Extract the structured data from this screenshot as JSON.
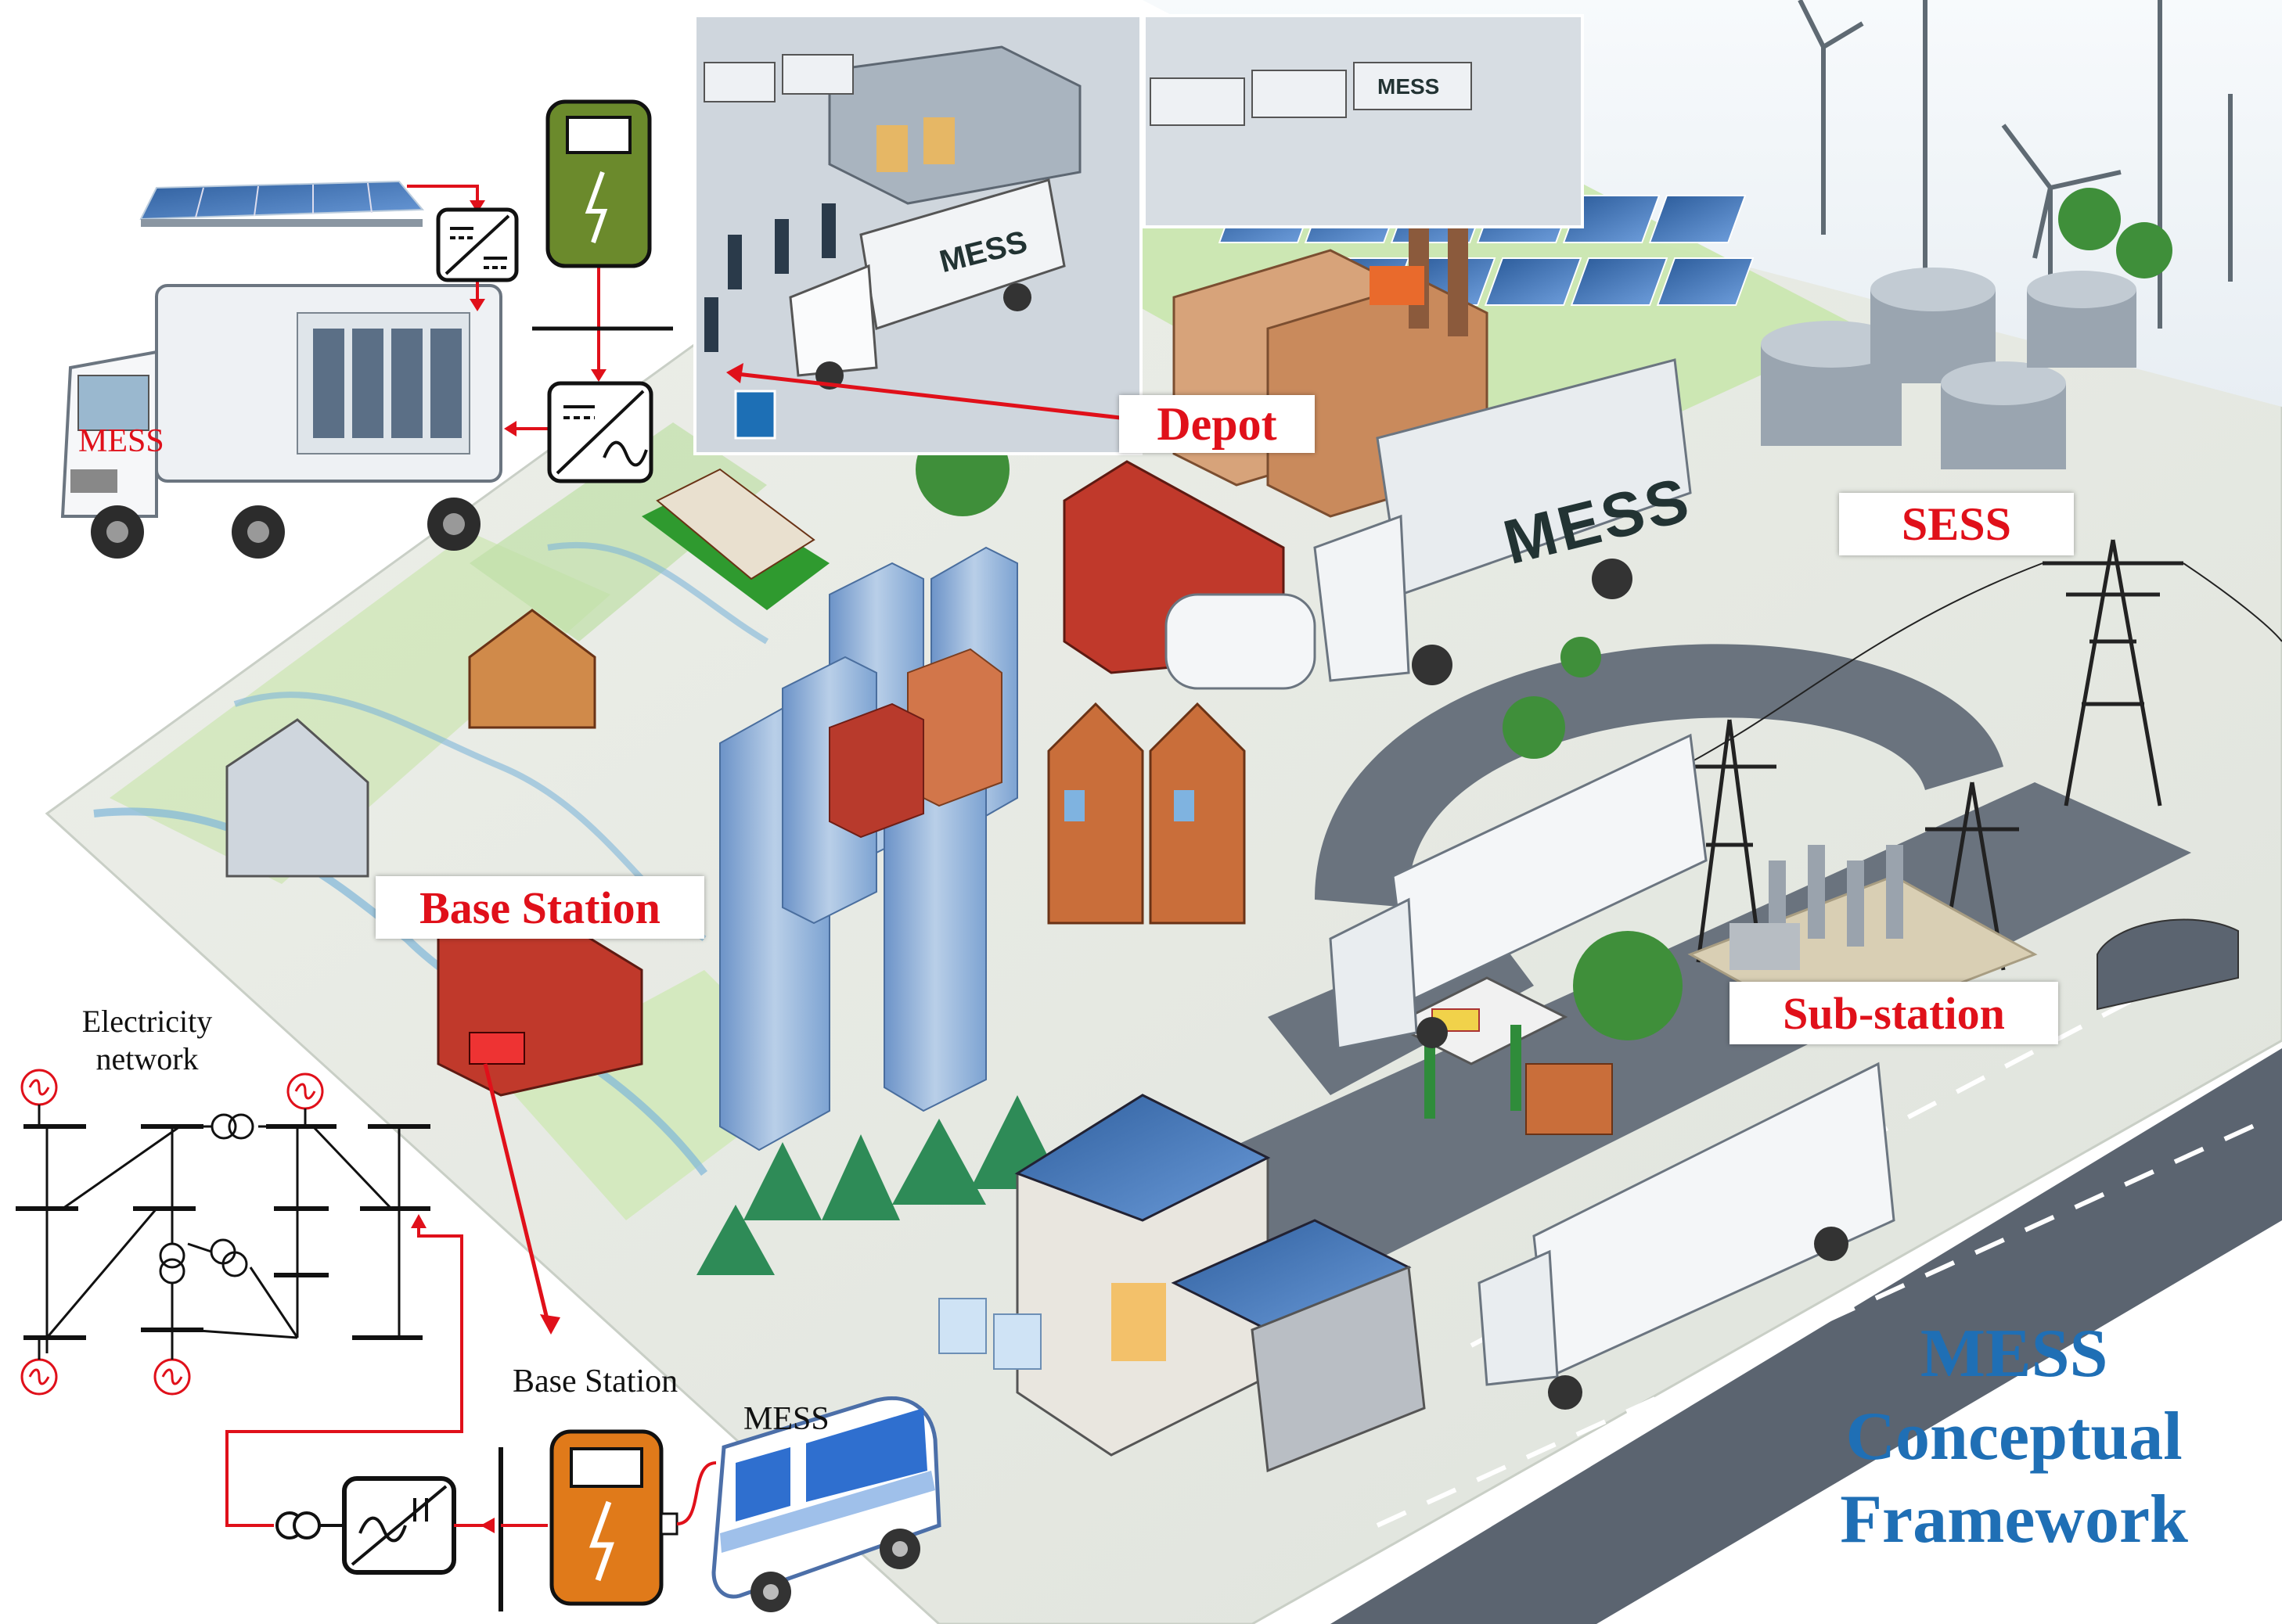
{
  "callouts": {
    "depot": "Depot",
    "sess": "SESS",
    "base_station": "Base Station",
    "sub_station": "Sub-station"
  },
  "truck_markings": {
    "mess_truck_side": "MESS",
    "depot_trailer": "MESS",
    "depot_trailer_background": "MESS",
    "road_trailer": "MESS"
  },
  "schematic": {
    "network_label": "Electricity\nnetwork",
    "base_station_label": "Base Station",
    "bus_label": "MESS"
  },
  "title": {
    "line1": "MESS",
    "line2": "Conceptual",
    "line3": "Framework"
  },
  "colors": {
    "callout_red": "#e0101a",
    "title_blue": "#1f6fb5",
    "charger_green": "#6b8a2c",
    "charger_orange": "#e07a1a",
    "road": "#5b6470"
  },
  "icons": [
    "solar-panel-icon",
    "dc-dc-converter-icon",
    "charger-icon",
    "inverter-icon",
    "transformer-icon",
    "generator-icon",
    "bus-icon"
  ]
}
